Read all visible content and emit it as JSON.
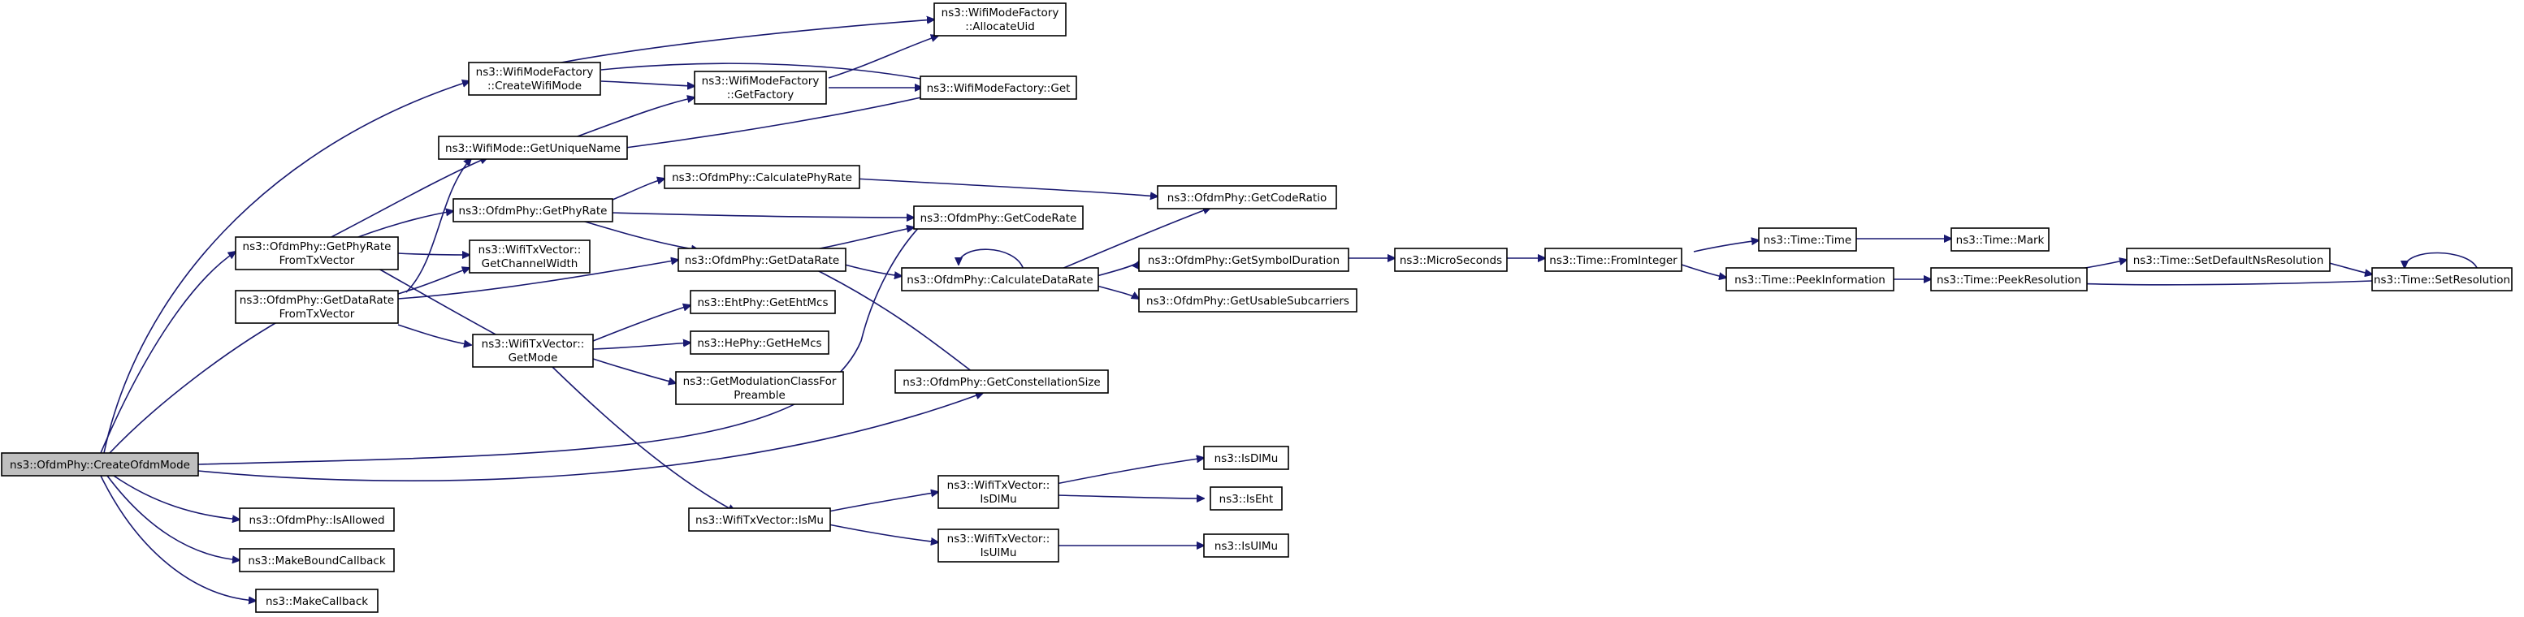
{
  "colors": {
    "edge": "#191970",
    "node_border": "#000000",
    "root_fill": "#bfbfbf",
    "node_fill": "#ffffff"
  },
  "nodes": {
    "createofdmmode": [
      "ns3::OfdmPhy::CreateOfdmMode"
    ],
    "createwifimode": [
      "ns3::WifiModeFactory",
      "::CreateWifiMode"
    ],
    "allocateuid": [
      "ns3::WifiModeFactory",
      "::AllocateUid"
    ],
    "getfactory": [
      "ns3::WifiModeFactory",
      "::GetFactory"
    ],
    "wmf_get": [
      "ns3::WifiModeFactory::Get"
    ],
    "getuniquename": [
      "ns3::WifiMode::GetUniqueName"
    ],
    "calculatephyrate": [
      "ns3::OfdmPhy::CalculatePhyRate"
    ],
    "getphyrate": [
      "ns3::OfdmPhy::GetPhyRate"
    ],
    "getcoderate": [
      "ns3::OfdmPhy::GetCodeRate"
    ],
    "getcoderatio": [
      "ns3::OfdmPhy::GetCodeRatio"
    ],
    "getphyratefromtx": [
      "ns3::OfdmPhy::GetPhyRate",
      "FromTxVector"
    ],
    "getchannelwidth": [
      "ns3::WifiTxVector::",
      "GetChannelWidth"
    ],
    "getdatarate": [
      "ns3::OfdmPhy::GetDataRate"
    ],
    "getdataratefromtx": [
      "ns3::OfdmPhy::GetDataRate",
      "FromTxVector"
    ],
    "calculatedatarate": [
      "ns3::OfdmPhy::CalculateDataRate"
    ],
    "getsymbolduration": [
      "ns3::OfdmPhy::GetSymbolDuration"
    ],
    "getusablesubcarriers": [
      "ns3::OfdmPhy::GetUsableSubcarriers"
    ],
    "microseconds": [
      "ns3::MicroSeconds"
    ],
    "frominteger": [
      "ns3::Time::FromInteger"
    ],
    "time": [
      "ns3::Time::Time"
    ],
    "mark": [
      "ns3::Time::Mark"
    ],
    "peekinformation": [
      "ns3::Time::PeekInformation"
    ],
    "peekresolution": [
      "ns3::Time::PeekResolution"
    ],
    "setdefaultns": [
      "ns3::Time::SetDefaultNsResolution"
    ],
    "setresolution": [
      "ns3::Time::SetResolution"
    ],
    "getehtmcs": [
      "ns3::EhtPhy::GetEhtMcs"
    ],
    "gethemcs": [
      "ns3::HePhy::GetHeMcs"
    ],
    "getmode": [
      "ns3::WifiTxVector::",
      "GetMode"
    ],
    "getmodclass": [
      "ns3::GetModulationClassFor",
      "Preamble"
    ],
    "getconstellation": [
      "ns3::OfdmPhy::GetConstellationSize"
    ],
    "isallowed": [
      "ns3::OfdmPhy::IsAllowed"
    ],
    "makeboundcallback": [
      "ns3::MakeBoundCallback"
    ],
    "makecallback": [
      "ns3::MakeCallback"
    ],
    "ismu": [
      "ns3::WifiTxVector::IsMu"
    ],
    "isdlmu_vec": [
      "ns3::WifiTxVector::",
      "IsDlMu"
    ],
    "isulmu_vec": [
      "ns3::WifiTxVector::",
      "IsUlMu"
    ],
    "isdlmu": [
      "ns3::IsDlMu"
    ],
    "iseht": [
      "ns3::IsEht"
    ],
    "isulmu": [
      "ns3::IsUlMu"
    ]
  }
}
